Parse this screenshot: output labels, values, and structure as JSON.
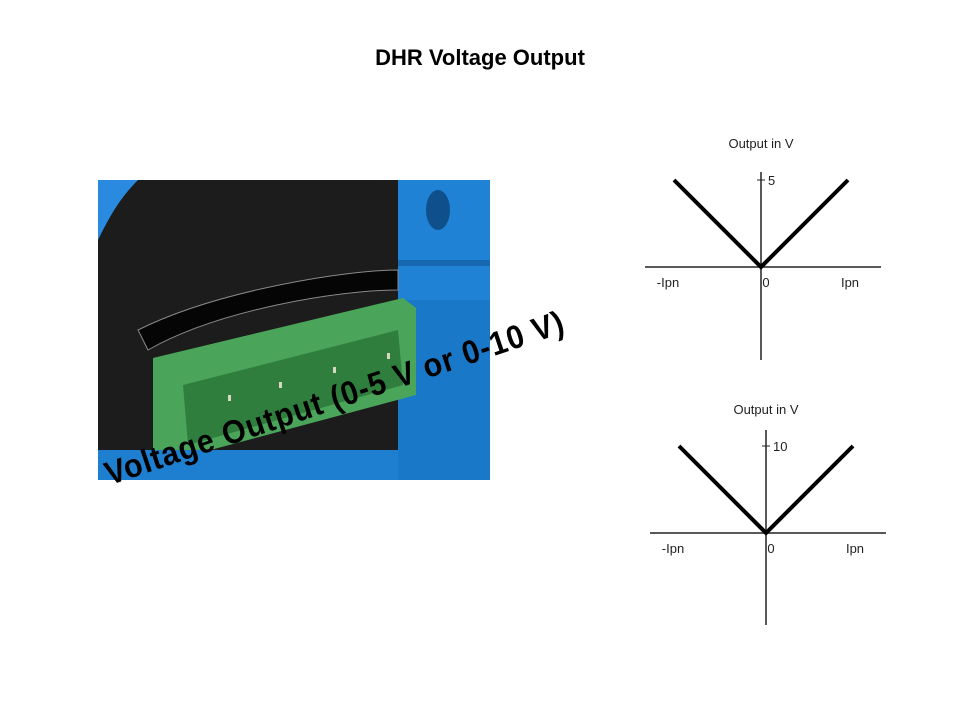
{
  "slide": {
    "title": "DHR Voltage Output",
    "callout": "Voltage Output (0-5 V or 0-10 V)"
  },
  "chart_data": [
    {
      "type": "line",
      "title": "Output in V",
      "x": [
        -1,
        0,
        1
      ],
      "y": [
        5,
        0,
        5
      ],
      "x_tick_labels": [
        "-Ipn",
        "0",
        "Ipn"
      ],
      "y_tick_label": "5",
      "ymax": 5,
      "color": "#000000"
    },
    {
      "type": "line",
      "title": "Output in V",
      "x": [
        -1,
        0,
        1
      ],
      "y": [
        10,
        0,
        10
      ],
      "x_tick_labels": [
        "-Ipn",
        "0",
        "Ipn"
      ],
      "y_tick_label": "10",
      "ymax": 10,
      "color": "#000000"
    }
  ],
  "colors": {
    "housing": "#1e7fd0",
    "connector": "#4aa55a",
    "body": "#1a1a1a"
  }
}
